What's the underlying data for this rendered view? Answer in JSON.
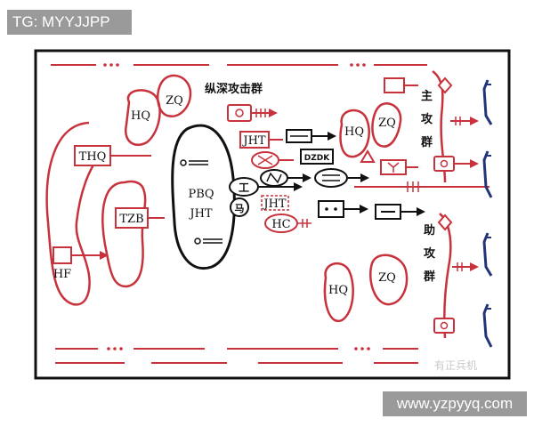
{
  "watermark_tag": "TG: MYYJJPP",
  "site_url": "www.yzpyyq.com",
  "wechat_mark": "有正兵机",
  "diagram": {
    "colors": {
      "red": "#c8323c",
      "black": "#111111",
      "blue": "#23357a",
      "pink": "#e9b9bd"
    },
    "labels": {
      "thq": "THQ",
      "tzb": "TZB",
      "hf": "HF",
      "hq_left": "HQ",
      "zq_left": "ZQ",
      "echelon": "纵深攻击群",
      "jht_top": "JHT",
      "pbq": "PBQ",
      "jht_center": "JHT",
      "dzdk": "DZDK",
      "jht_lower": "JHT",
      "hc": "HC",
      "hq_main": "HQ",
      "zq_main": "ZQ",
      "main_1": "主",
      "main_2": "攻",
      "main_3": "群",
      "hq_support": "HQ",
      "zq_support": "ZQ",
      "support_1": "助",
      "support_2": "攻",
      "support_3": "群",
      "gong": "工",
      "ma": "马"
    }
  }
}
